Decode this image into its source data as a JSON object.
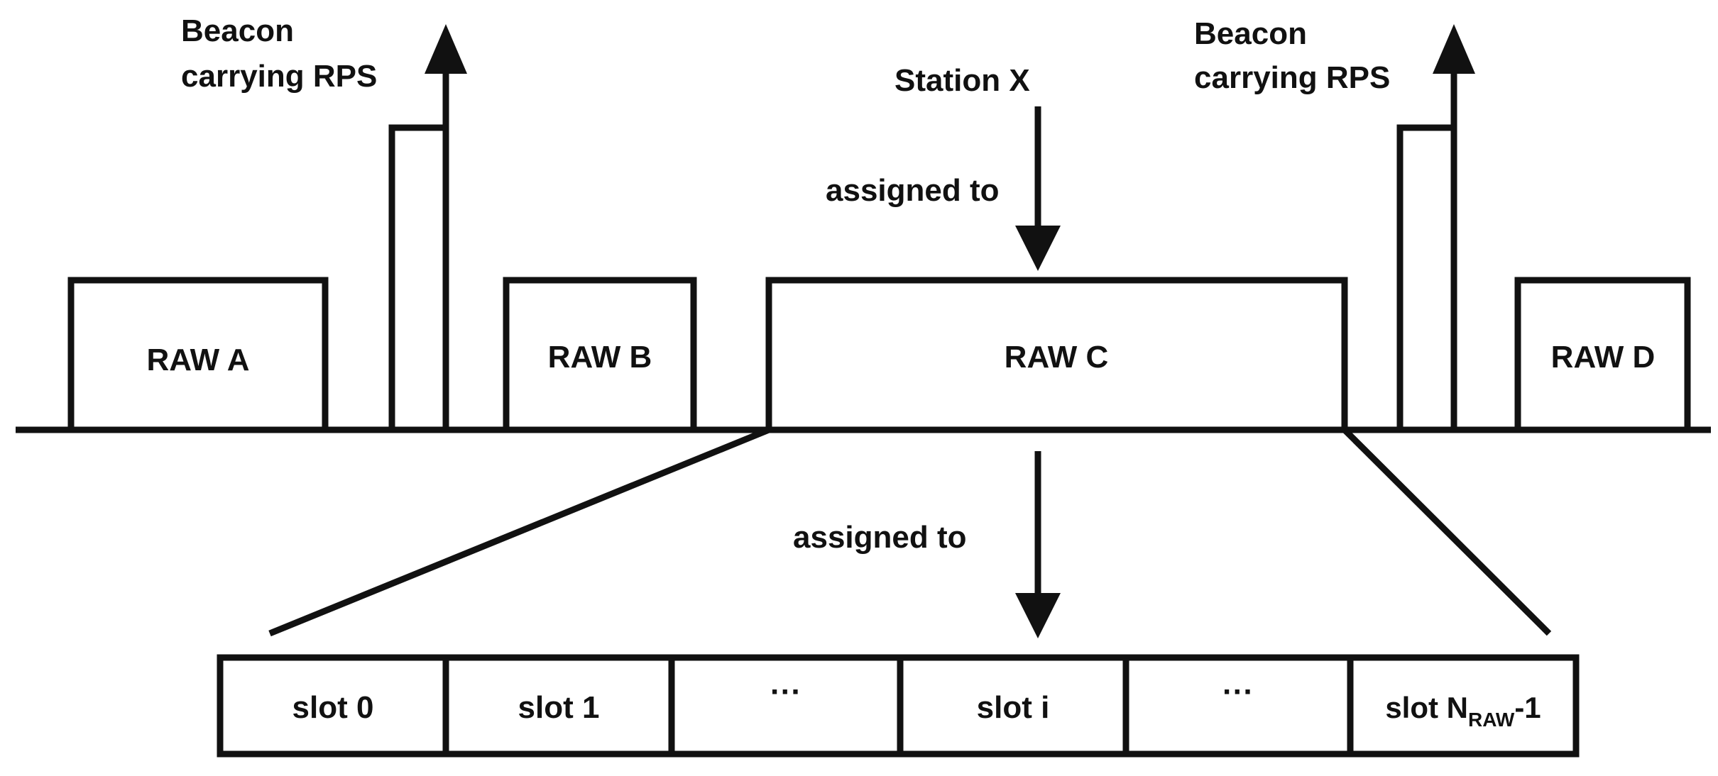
{
  "colors": {
    "ink": "#111111",
    "background": "#ffffff"
  },
  "raw_blocks": [
    "RAW A",
    "RAW B",
    "RAW C",
    "RAW D"
  ],
  "beacons": [
    {
      "line1": "Beacon",
      "line2": "carrying RPS"
    },
    {
      "line1": "Beacon",
      "line2": "carrying RPS"
    }
  ],
  "station": "Station X",
  "assigned_top": "assigned to",
  "assigned_bottom": "assigned to",
  "slots": {
    "slot0": "slot 0",
    "slot1": "slot 1",
    "ellipsis1": "···",
    "sloti": "slot i",
    "ellipsis2": "···",
    "last_prefix": "slot N",
    "last_sub": "RAW",
    "last_suffix": "-1"
  },
  "icons": [
    "arrow-up-icon",
    "arrow-down-icon"
  ]
}
